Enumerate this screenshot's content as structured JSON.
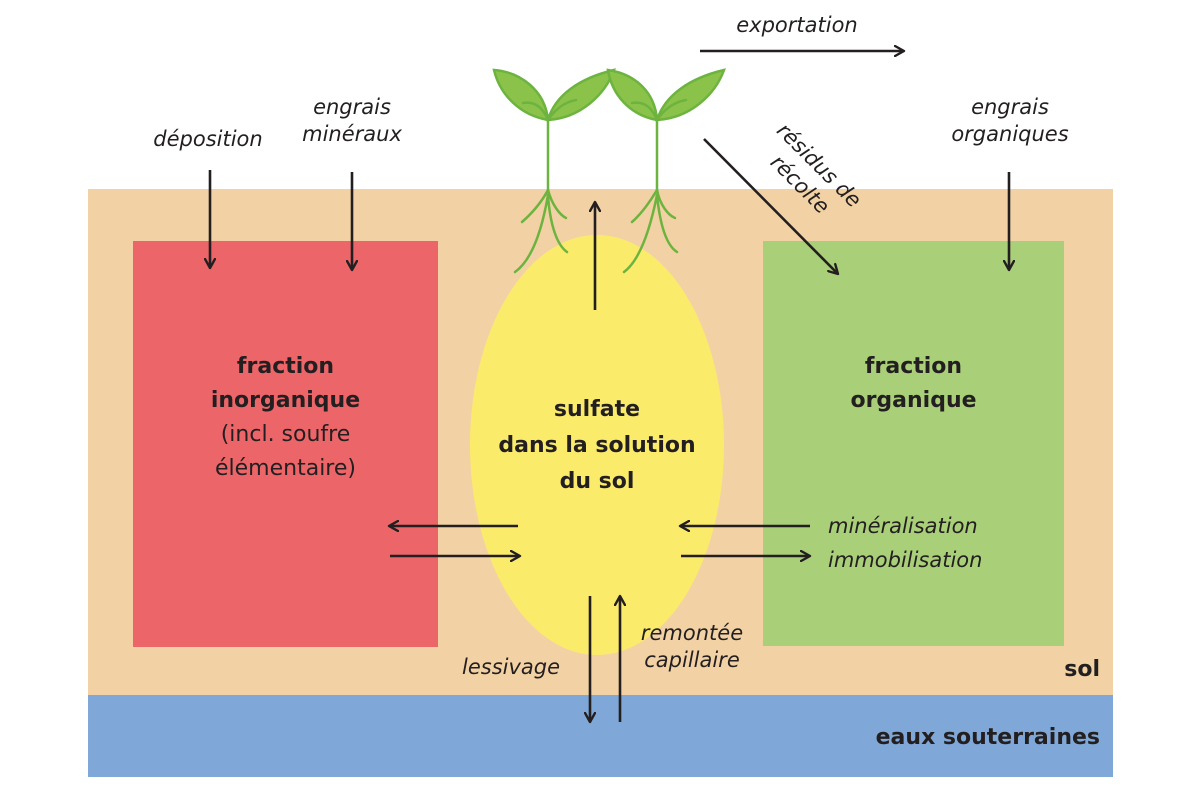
{
  "colors": {
    "soil": "#f2d2a5",
    "groundwater": "#7fa8d8",
    "inorganic_box": "#ec6569",
    "organic_box": "#a9cf78",
    "solution_ellipse": "#fbeb6b",
    "plant": "#8bc34a",
    "plant_stroke": "#6db33f",
    "arrow": "#231f20"
  },
  "layers": {
    "soil_label": "sol",
    "groundwater_label": "eaux souterraines"
  },
  "pools": {
    "inorganic": {
      "title_line1": "fraction",
      "title_line2": "inorganique",
      "subtitle_line1": "(incl. soufre",
      "subtitle_line2": "élémentaire)"
    },
    "solution": {
      "line1": "sulfate",
      "line2": "dans la solution",
      "line3": "du sol"
    },
    "organic": {
      "line1": "fraction",
      "line2": "organique"
    }
  },
  "fluxes": {
    "deposition": "déposition",
    "mineral_fertilizer_line1": "engrais",
    "mineral_fertilizer_line2": "minéraux",
    "export": "exportation",
    "crop_residues_line1": "résidus de",
    "crop_residues_line2": "récolte",
    "organic_fertilizer_line1": "engrais",
    "organic_fertilizer_line2": "organiques",
    "mineralisation": "minéralisation",
    "immobilisation": "immobilisation",
    "leaching": "lessivage",
    "capillary_rise_line1": "remontée",
    "capillary_rise_line2": "capillaire"
  }
}
